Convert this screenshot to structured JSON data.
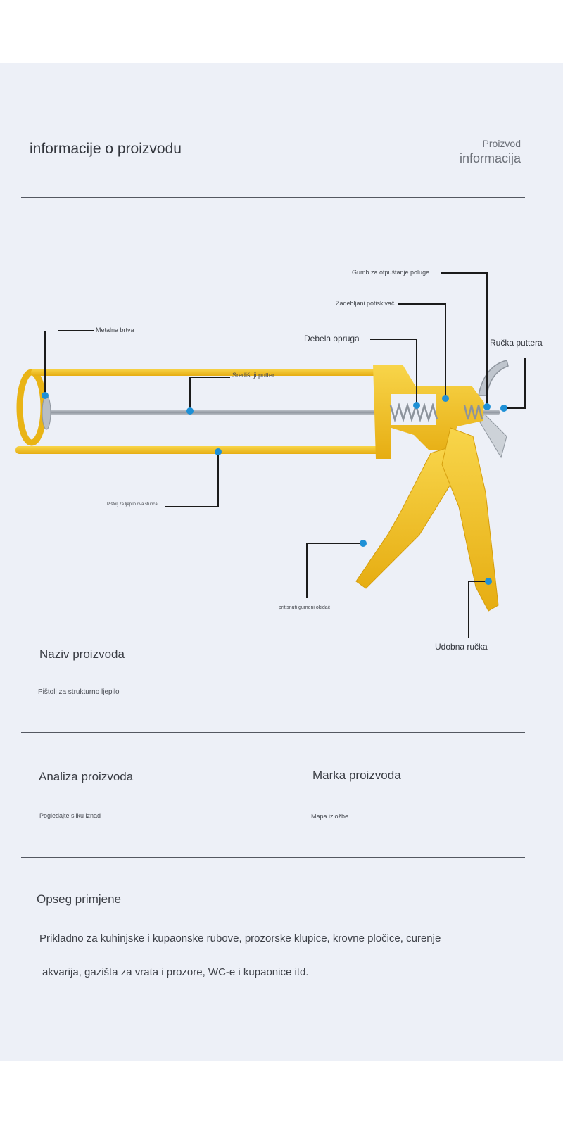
{
  "header": {
    "title": "informacije o proizvodu",
    "right_line1": "Proizvod",
    "right_line2": "informacija"
  },
  "diagram_labels": {
    "release_button": "Gumb za otpuštanje poluge",
    "thickened_pusher": "Zadebljani potiskivač",
    "thick_spring": "Debela opruga",
    "putter_handle": "Ručka puttera",
    "metal_gasket": "Metalna brtva",
    "central_putter": "Središnji putter",
    "frame_rods": "Pištolj za ljepilo dva stupca",
    "rubber_trigger": "pritisnuti gumeni okidač",
    "comfort_handle": "Udobna ručka"
  },
  "product_name": {
    "title": "Naziv proizvoda",
    "value": "Pištolj za strukturno ljepilo"
  },
  "product_analysis": {
    "title": "Analiza proizvoda",
    "value": "Pogledajte sliku iznad"
  },
  "product_brand": {
    "title": "Marka proizvoda",
    "value": "Mapa izložbe"
  },
  "scope": {
    "title": "Opseg primjene",
    "line1": "Prikladno za kuhinjske i kupaonske rubove, prozorske klupice, krovne pločice, curenje",
    "line2": "akvarija, gazišta za vrata i prozore, WC-e i kupaonice itd."
  },
  "colors": {
    "panel_bg": "#edf0f7",
    "gun_yellow": "#f3c224",
    "rod_steel": "#9da4ad",
    "marker_blue": "#1e90d6",
    "leader_line": "#1b1b1b"
  }
}
